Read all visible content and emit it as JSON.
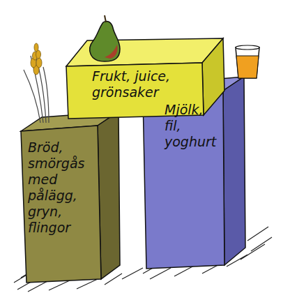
{
  "diagram": {
    "nodes": [
      {
        "text": [
          "Frukt, juice, grönsaker"
        ]
      },
      {
        "text": [
          "Bröd, smörgås med pålägg, gryn, flingor"
        ]
      },
      {
        "text": [
          "Mjölk, fil, yoghurt"
        ]
      }
    ]
  }
}
